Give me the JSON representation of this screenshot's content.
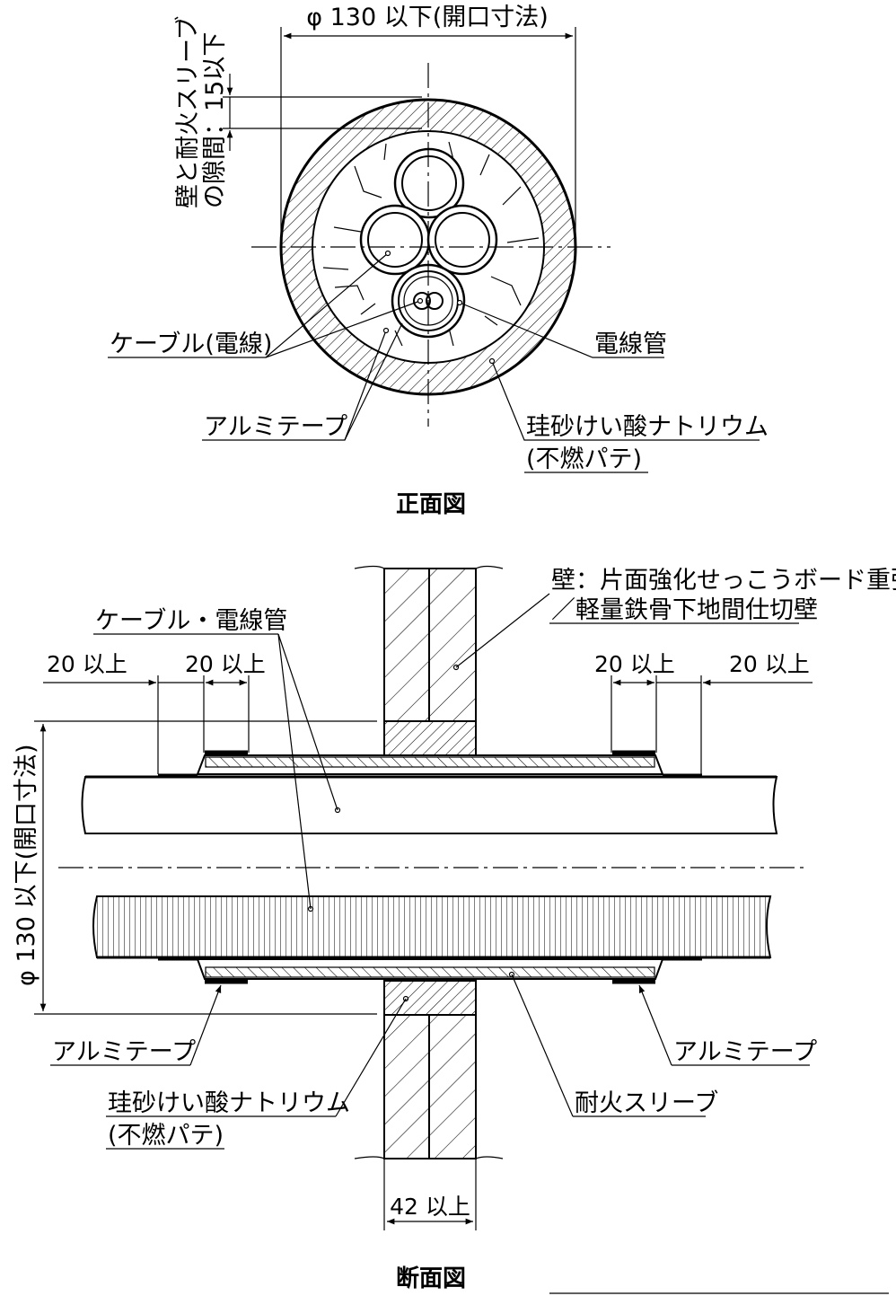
{
  "front_view": {
    "title": "正面図",
    "dim_opening": "φ 130 以下(開口寸法)",
    "gap_label_line1": "壁と耐火スリーブ",
    "gap_label_line2": "の隙間：15以下",
    "label_cable": "ケーブル(電線)",
    "label_conduit": "電線管",
    "label_tape": "アルミテープ",
    "label_putty_line1": "珪砂けい酸ナトリウム",
    "label_putty_line2": "(不燃パテ)"
  },
  "section_view": {
    "title": "断面図",
    "label_wall_line1": "壁：片面強化せっこうボード重張",
    "label_wall_line2": "／軽量鉄骨下地間仕切壁",
    "label_cable_conduit": "ケーブル・電線管",
    "dim_20_a": "20 以上",
    "dim_20_b": "20 以上",
    "dim_20_c": "20 以上",
    "dim_20_d": "20 以上",
    "dim_opening_vertical": "φ 130 以下(開口寸法)",
    "label_tape_left": "アルミテープ",
    "label_tape_right": "アルミテープ",
    "label_putty_line1": "珪砂けい酸ナトリウム",
    "label_putty_line2": "(不燃パテ)",
    "label_sleeve": "耐火スリーブ",
    "dim_42": "42 以上"
  }
}
